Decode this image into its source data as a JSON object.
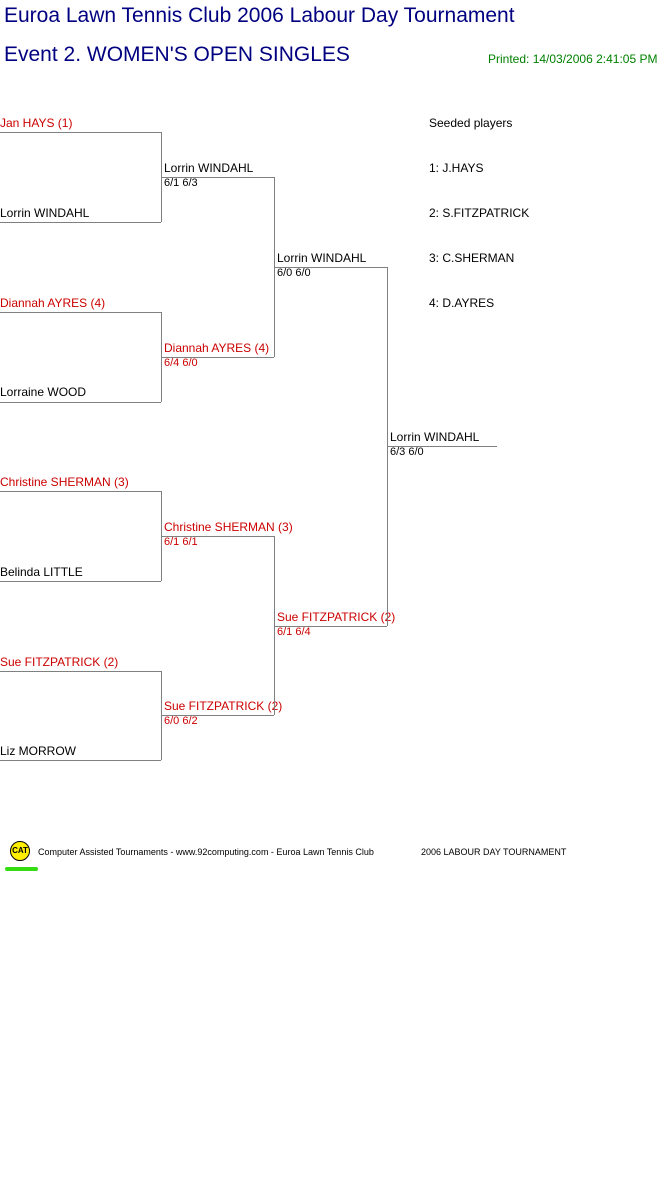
{
  "header": {
    "title": "Euroa Lawn Tennis Club 2006 Labour Day Tournament",
    "event": "Event 2. WOMEN'S OPEN SINGLES",
    "printed": "Printed: 14/03/2006 2:41:05 PM"
  },
  "colors": {
    "title": "#000080",
    "seeded": "#cc0000",
    "printed": "#008000",
    "lines": "#808080"
  },
  "draw": {
    "round1": [
      {
        "name": "Jan HAYS (1)",
        "seeded": true
      },
      {
        "name": "Lorrin WINDAHL",
        "seeded": false
      },
      {
        "name": "Diannah AYRES (4)",
        "seeded": true
      },
      {
        "name": "Lorraine WOOD",
        "seeded": false
      },
      {
        "name": "Christine SHERMAN (3)",
        "seeded": true
      },
      {
        "name": "Belinda LITTLE",
        "seeded": false
      },
      {
        "name": "Sue FITZPATRICK (2)",
        "seeded": true
      },
      {
        "name": "Liz MORROW",
        "seeded": false
      }
    ],
    "round2": [
      {
        "name": "Lorrin WINDAHL",
        "score": "6/1 6/3",
        "seeded": false
      },
      {
        "name": "Diannah AYRES (4)",
        "score": "6/4 6/0",
        "seeded": true
      },
      {
        "name": "Christine SHERMAN (3)",
        "score": "6/1 6/1",
        "seeded": true
      },
      {
        "name": "Sue FITZPATRICK (2)",
        "score": "6/0 6/2",
        "seeded": true
      }
    ],
    "semis": [
      {
        "name": "Lorrin WINDAHL",
        "score": "6/0 6/0",
        "seeded": false
      },
      {
        "name": "Sue FITZPATRICK (2)",
        "score": "6/1 6/4",
        "seeded": true
      }
    ],
    "final": {
      "name": "Lorrin WINDAHL",
      "score": "6/3 6/0",
      "seeded": false
    }
  },
  "seeds": {
    "heading": "Seeded players",
    "list": [
      "1: J.HAYS",
      "2: S.FITZPATRICK",
      "3: C.SHERMAN",
      "4: D.AYRES"
    ]
  },
  "footer": {
    "logo": "CAT",
    "credit": "Computer Assisted Tournaments - www.92computing.com -  Euroa Lawn Tennis Club",
    "tournament": "2006 LABOUR DAY TOURNAMENT"
  }
}
